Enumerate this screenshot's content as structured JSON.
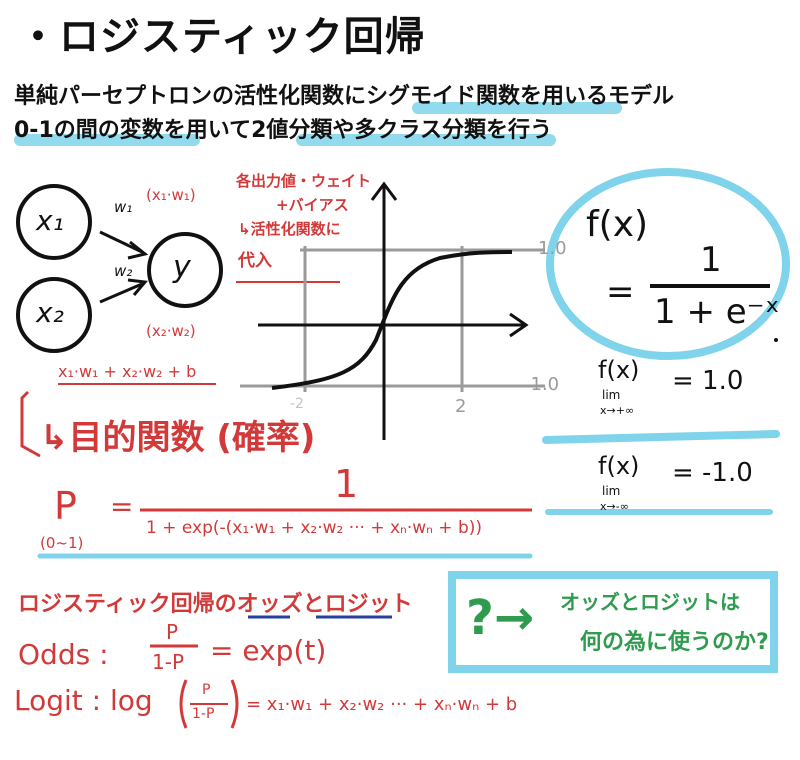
{
  "title": "・ロジスティック回帰",
  "subtitle_line1": "単純パーセプトロンの活性化関数にシグモイド関数を用いるモデル",
  "subtitle_line2": "0-1の間の変数を用いて2値分類や多クラス分類を行う",
  "network": {
    "node_x1": "x₁",
    "node_x2": "x₂",
    "node_y": "y",
    "weight_w1": "w₁",
    "weight_w2": "w₂",
    "product_top": "(x₁·w₁)",
    "product_bottom": "(x₂·w₂)",
    "weighted_sum": "x₁·w₁ + x₂·w₂ + b"
  },
  "annotation": {
    "line1": "各出力値・ウェイト",
    "line2": "+バイアス",
    "line3": "↳活性化関数に",
    "line4": "代入"
  },
  "sigmoid_plot": {
    "tick_pos": "1.0",
    "tick_neg": "-1.0",
    "tick_x_pos": "2",
    "tick_x_neg": "-2"
  },
  "formula": {
    "lhs": "f(x)",
    "eq": "=",
    "numerator": "1",
    "denominator": "1 + e⁻ˣ"
  },
  "limits": {
    "upper_fx": "f(x)",
    "upper_lim": "lim",
    "upper_sub": "x→+∞",
    "upper_value": "= 1.0",
    "lower_fx": "f(x)",
    "lower_lim": "lim",
    "lower_sub": "x→-∞",
    "lower_value": "= -1.0"
  },
  "objective": {
    "heading": "↳目的関数 (確率)",
    "p": "P",
    "p_range": "(0~1)",
    "eq": "=",
    "numerator": "1",
    "denominator": "1 + exp(-(x₁·w₁ + x₂·w₂ ··· + xₙ·wₙ + b))"
  },
  "odds_section": {
    "heading": "ロジスティック回帰のオッズとロジット",
    "odds_label": "Odds :",
    "odds_num": "P",
    "odds_den": "1-P",
    "odds_rhs": "= exp(t)",
    "logit_label": "Logit : log",
    "logit_num": "P",
    "logit_den": "1-P",
    "logit_rhs": "= x₁·w₁ + x₂·w₂ ··· + xₙ·wₙ + b"
  },
  "question_box": {
    "mark": "?→",
    "line1": "オッズとロジットは",
    "line2": "何の為に使うのか?"
  },
  "colors": {
    "red": "#d23a3a",
    "green": "#2e9b4e",
    "highlight": "#7fd3ea",
    "ink": "#111111",
    "grid": "#9a9a9a"
  }
}
